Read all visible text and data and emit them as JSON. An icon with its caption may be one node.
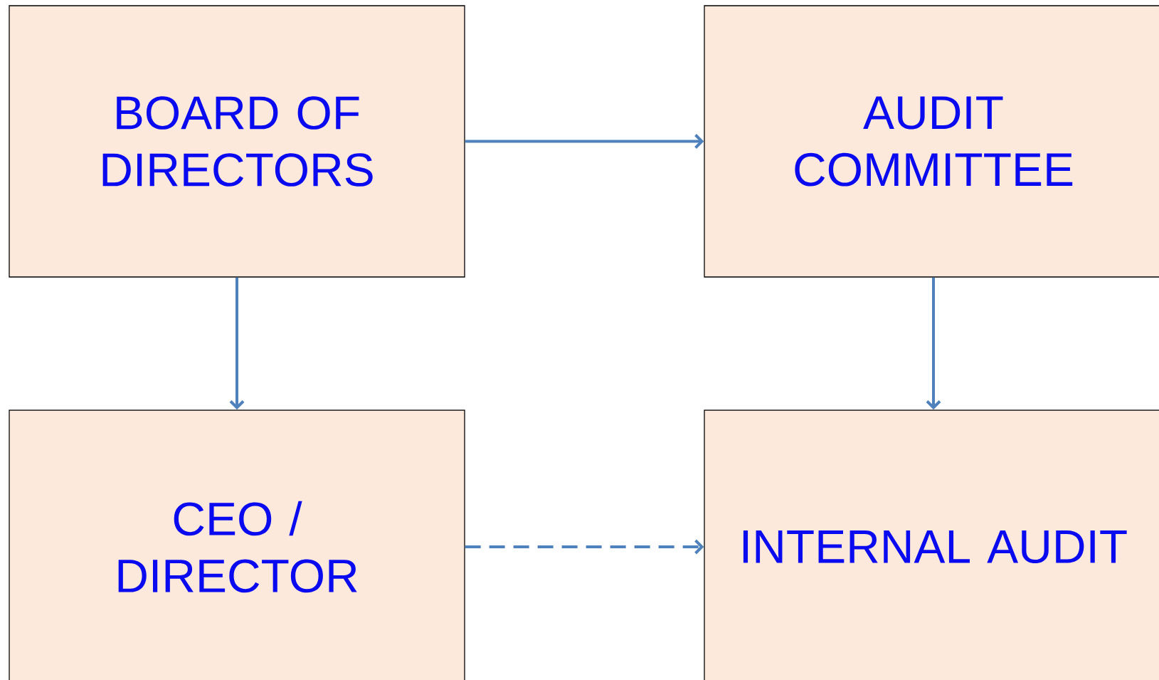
{
  "diagram": {
    "nodes": [
      {
        "text": [
          "BOARD OF DIRECTORS"
        ]
      },
      {
        "text": [
          "AUDIT COMMITTEE"
        ]
      },
      {
        "text": [
          "CEO / DIRECTOR"
        ]
      },
      {
        "text": [
          "INTERNAL AUDIT"
        ]
      }
    ],
    "edges": [
      {
        "from": 0,
        "to": 1,
        "arrow": "to"
      },
      {
        "from": 0,
        "to": 2,
        "arrow": "to"
      },
      {
        "from": 1,
        "to": 3,
        "arrow": "to"
      },
      {
        "from": 2,
        "to": 3,
        "arrow": "to",
        "style": "dashed"
      }
    ]
  }
}
